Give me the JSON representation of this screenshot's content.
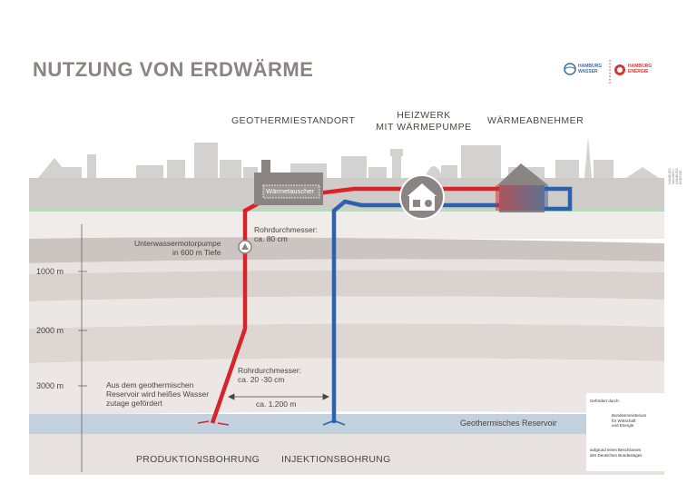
{
  "title": "NUTZUNG VON ERDWÄRME",
  "logos": {
    "left": [
      "HAMBURG",
      "WASSER"
    ],
    "right": [
      "HAMBURG",
      "ENERGIE"
    ]
  },
  "sites": {
    "geo": "GEOTHERMIESTANDORT",
    "heizwerk_line1": "HEIZWERK",
    "heizwerk_line2": "MIT WÄRMEPUMPE",
    "abnehmer": "WÄRMEABNEHMER"
  },
  "labels": {
    "waermetauscher": "Wärmetauscher",
    "rohr1_line1": "Rohrdurchmesser:",
    "rohr1_line2": "ca. 80 cm",
    "pumpe_line1": "Unterwassermotorpumpe",
    "pumpe_line2": "in 600 m Tiefe",
    "rohr2_line1": "Rohrdurchmesser:",
    "rohr2_line2": "ca. 20 -30 cm",
    "reservoir_note_line1": "Aus dem geothermischen",
    "reservoir_note_line2": "Reservoir wird heißes Wasser",
    "reservoir_note_line3": "zutage gefördert",
    "distance": "ca. 1.200 m",
    "reservoir": "Geothermisches Reservoir"
  },
  "depths": [
    "1000 m",
    "2000 m",
    "3000 m"
  ],
  "bottom": {
    "produktion": "PRODUKTIONSBOHRUNG",
    "injektion": "INJEKTIONSBOHRUNG"
  },
  "sponsor": {
    "heading": "Gefördert durch:",
    "ministry_line1": "Bundesministerium",
    "ministry_line2": "für Wirtschaft",
    "ministry_line3": "und Energie",
    "note_line1": "aufgrund eines Beschlusses",
    "note_line2": "des Deutschen Bundestages"
  },
  "side_credit": "HAMBURG WASSER / HAMBURG ENERGIE",
  "colors": {
    "hot": "#d8232a",
    "cold": "#2a62ad",
    "skyline": "#d4d2d1",
    "ground": "#cfcbc9",
    "reservoir": "#c2d1de"
  }
}
